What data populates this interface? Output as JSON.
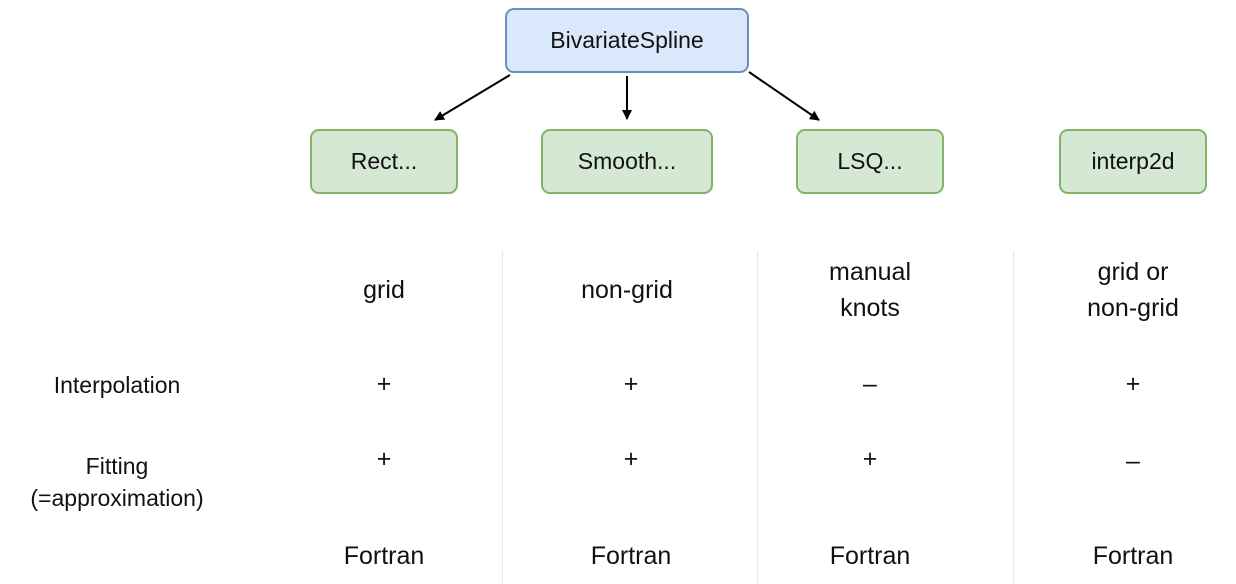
{
  "root": {
    "label": "BivariateSpline"
  },
  "columns": [
    {
      "id": "rect",
      "box": "Rect...",
      "data_kind": [
        "grid"
      ],
      "interpolation": "+",
      "fitting": "+",
      "impl": "Fortran"
    },
    {
      "id": "smooth",
      "box": "Smooth...",
      "data_kind": [
        "non-grid"
      ],
      "interpolation": "+",
      "fitting": "+",
      "impl": "Fortran"
    },
    {
      "id": "lsq",
      "box": "LSQ...",
      "data_kind": [
        "manual",
        "knots"
      ],
      "interpolation": "–",
      "fitting": "+",
      "impl": "Fortran"
    },
    {
      "id": "interp2d",
      "box": "interp2d",
      "data_kind": [
        "grid or",
        "non-grid"
      ],
      "interpolation": "+",
      "fitting": "–",
      "impl": "Fortran"
    }
  ],
  "rows": {
    "interpolation": [
      "Interpolation"
    ],
    "fitting": [
      "Fitting",
      "(=approximation)"
    ]
  },
  "colors": {
    "root_fill": "#dae8fc",
    "root_stroke": "#6c8ebf",
    "child_fill": "#d5e8d4",
    "child_stroke": "#82b366"
  }
}
